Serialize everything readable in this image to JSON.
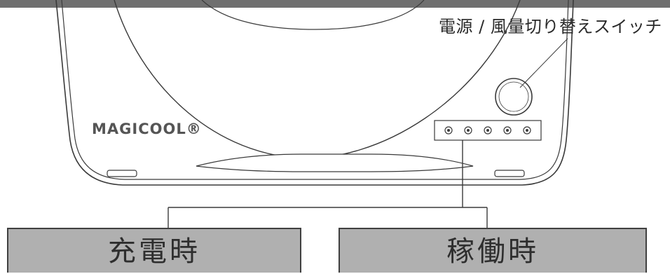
{
  "callouts": {
    "power_switch": "電源 / 風量切り替えスイッチ"
  },
  "device": {
    "brand": "MAGICOOL®",
    "indicator_count": 5
  },
  "states": {
    "charging": "充電時",
    "running": "稼働時"
  },
  "colors": {
    "header_band": "#6f6f6f",
    "label_box": "#b0b0b0",
    "line": "#3a3a3a"
  }
}
